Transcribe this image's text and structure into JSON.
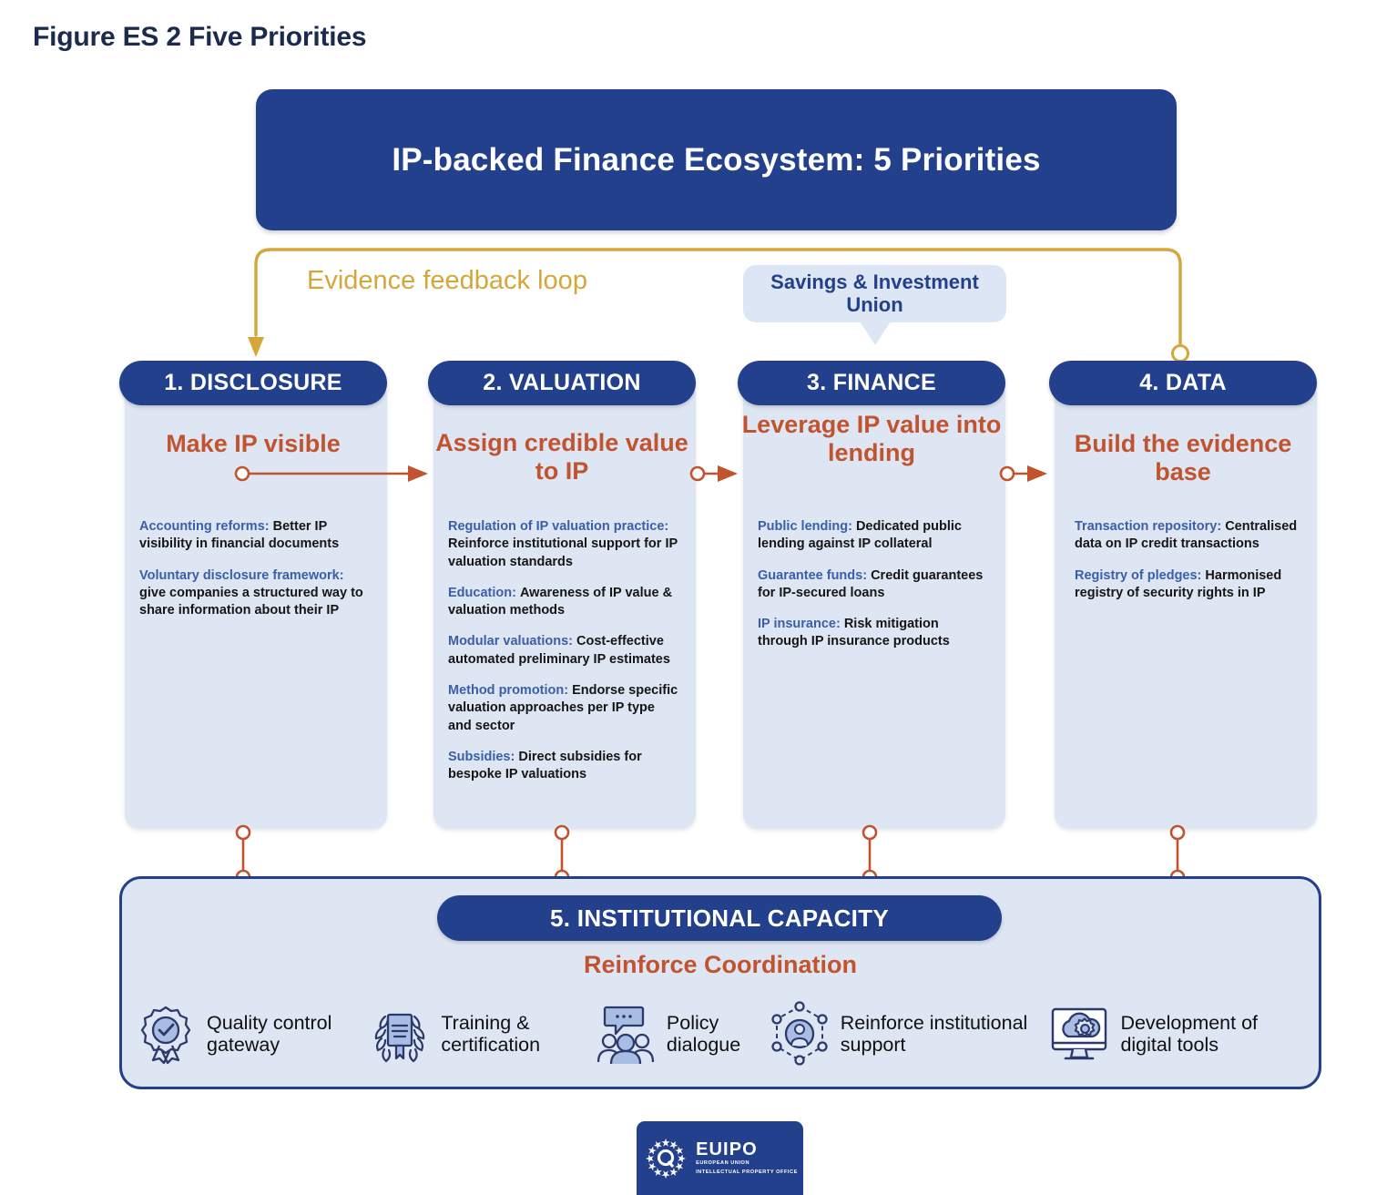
{
  "figure": {
    "caption": "Figure ES 2 Five Priorities",
    "banner_title": "IP-backed Finance Ecosystem: 5 Priorities",
    "feedback_loop_label": "Evidence feedback loop",
    "siu_callout": "Savings & Investment Union"
  },
  "colors": {
    "dark_blue": "#23408C",
    "panel_blue": "#DEE6F4",
    "accent_orange": "#C1542E",
    "label_blue": "#3A5FA8",
    "gold": "#D4A73A",
    "connector_orange": "#C1542E"
  },
  "columns": [
    {
      "head": "1. DISCLOSURE",
      "subtitle": "Make IP visible",
      "items": [
        {
          "label": "Accounting reforms:",
          "desc": "Better IP visibility in financial documents"
        },
        {
          "label": "Voluntary disclosure framework:",
          "desc": "give companies a structured way to share information about their IP"
        }
      ]
    },
    {
      "head": "2. VALUATION",
      "subtitle": "Assign credible value to IP",
      "items": [
        {
          "label": "Regulation of IP valuation practice:",
          "desc": "Reinforce institutional support for IP valuation standards"
        },
        {
          "label": "Education:",
          "desc": "Awareness of IP value & valuation methods"
        },
        {
          "label": "Modular valuations:",
          "desc": "Cost-effective automated preliminary IP estimates"
        },
        {
          "label": "Method promotion:",
          "desc": "Endorse specific valuation approaches per IP type and sector"
        },
        {
          "label": "Subsidies:",
          "desc": "Direct subsidies for bespoke IP valuations"
        }
      ]
    },
    {
      "head": "3. FINANCE",
      "subtitle": "Leverage IP value into lending",
      "items": [
        {
          "label": "Public lending:",
          "desc": "Dedicated public lending against IP collateral"
        },
        {
          "label": "Guarantee funds:",
          "desc": "Credit guarantees for IP-secured loans"
        },
        {
          "label": "IP insurance:",
          "desc": "Risk mitigation through IP insurance products"
        }
      ]
    },
    {
      "head": "4. DATA",
      "subtitle": "Build the evidence base",
      "items": [
        {
          "label": "Transaction repository:",
          "desc": "Centralised data on IP credit transactions"
        },
        {
          "label": "Registry of pledges:",
          "desc": "Harmonised registry of security rights in IP"
        }
      ]
    }
  ],
  "capacity": {
    "head": "5. INSTITUTIONAL CAPACITY",
    "subtitle": "Reinforce Coordination",
    "items": [
      {
        "icon": "quality-badge-icon",
        "label": "Quality control gateway"
      },
      {
        "icon": "certificate-laurel-icon",
        "label": "Training & certification"
      },
      {
        "icon": "people-speech-icon",
        "label": "Policy dialogue"
      },
      {
        "icon": "network-person-icon",
        "label": "Reinforce institutional support"
      },
      {
        "icon": "monitor-cloud-gear-icon",
        "label": "Development of digital tools"
      }
    ]
  },
  "logo": {
    "name": "EUIPO",
    "line1": "EUROPEAN UNION",
    "line2": "INTELLECTUAL PROPERTY OFFICE"
  }
}
